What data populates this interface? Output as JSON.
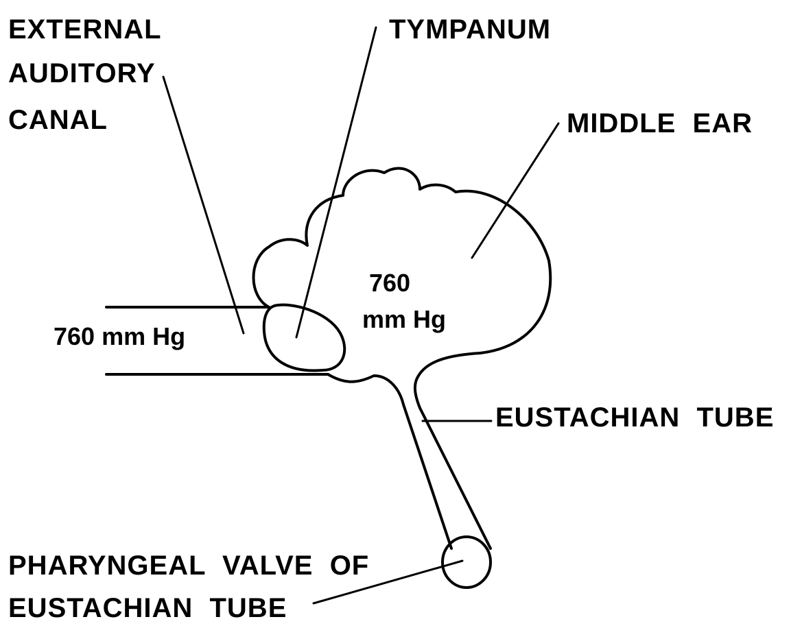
{
  "labels": {
    "external_auditory_canal": [
      "EXTERNAL",
      "AUDITORY",
      "CANAL"
    ],
    "tympanum": "TYMPANUM",
    "middle_ear": "MIDDLE  EAR",
    "eustachian_tube": "EUSTACHIAN  TUBE",
    "pharyngeal_valve": [
      "PHARYNGEAL  VALVE  OF",
      "EUSTACHIAN  TUBE"
    ]
  },
  "pressures": {
    "canal": "760 mm Hg",
    "middle_ear_value": "760",
    "middle_ear_unit": "mm Hg"
  },
  "colors": {
    "ink": "#000000",
    "background": "#ffffff"
  }
}
